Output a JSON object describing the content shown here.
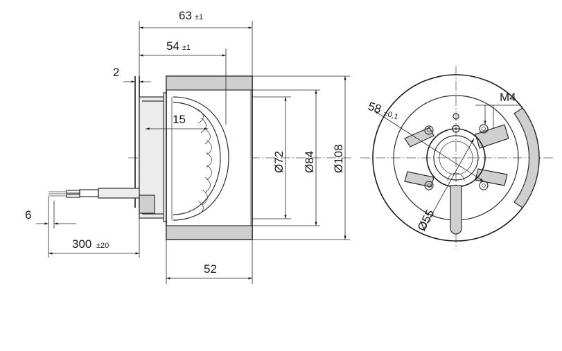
{
  "dimensions": {
    "overall_length": {
      "value": "63",
      "tolerance": "±1"
    },
    "housing_length": {
      "value": "54",
      "tolerance": "±1"
    },
    "flange_offset": {
      "value": "2"
    },
    "inner_step": {
      "value": "15"
    },
    "impeller_width": {
      "value": "52"
    },
    "cable_strip": {
      "value": "6"
    },
    "cable_length": {
      "value": "300",
      "tolerance": "±20"
    },
    "dia_inner": {
      "value": "Ø72"
    },
    "dia_mid": {
      "value": "Ø84"
    },
    "dia_outer": {
      "value": "Ø108"
    },
    "bolt_circle": {
      "value": "58",
      "tolerance": "±0,1"
    },
    "hub_dia": {
      "value": "Ø55"
    },
    "thread": {
      "value": "M4"
    }
  },
  "colors": {
    "line": "#1a1a1a",
    "fill_grey": "#cfcfcf"
  }
}
